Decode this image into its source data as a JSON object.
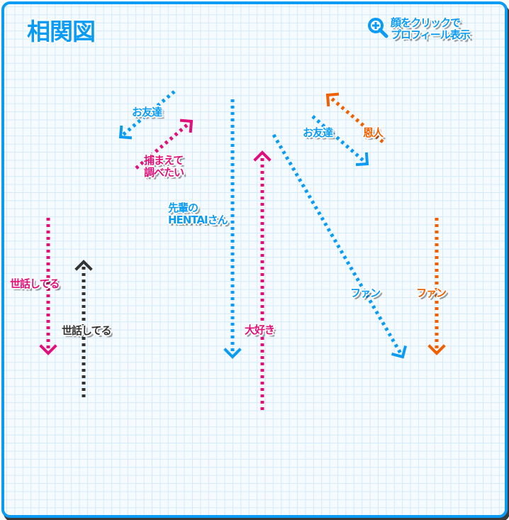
{
  "title": "相関図",
  "hint": {
    "line1": "顔をクリックで",
    "line2": "プロフィール表示",
    "icon": "zoom-in-icon"
  },
  "colors": {
    "blue": "#0a9cf5",
    "pink": "#e0107a",
    "orange": "#f06000",
    "dark": "#333333"
  },
  "relations": [
    {
      "label": "お友達",
      "color": "blue"
    },
    {
      "label1": "捕まえて",
      "label2": "調べたい",
      "color": "pink"
    },
    {
      "label1": "先輩の",
      "label2": "HENTAIさん",
      "color": "blue"
    },
    {
      "label": "大好き",
      "color": "pink"
    },
    {
      "label": "ファン",
      "color": "blue"
    },
    {
      "label": "お友達",
      "color": "blue"
    },
    {
      "label": "恩人",
      "color": "orange"
    },
    {
      "label": "世話してる",
      "color": "pink"
    },
    {
      "label": "世話してる",
      "color": "dark"
    },
    {
      "label": "ファン",
      "color": "orange"
    }
  ]
}
